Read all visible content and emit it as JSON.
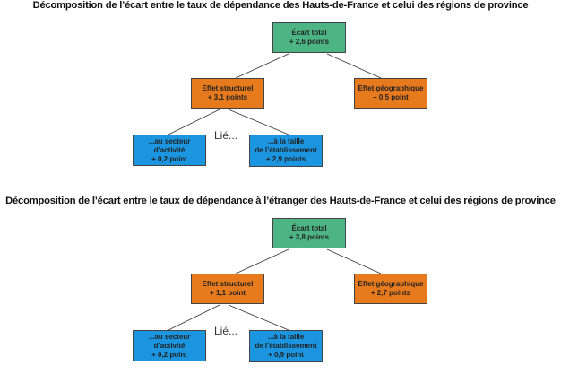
{
  "diagrams": [
    {
      "title": "Décomposition de l’écart entre le taux de dépendance des Hauts-de-France et celui des régions de province",
      "total": {
        "label": "Écart total",
        "value": "+ 2,6 points"
      },
      "structural": {
        "label": "Effet structurel",
        "value": "+ 3,1 points"
      },
      "geographic": {
        "label": "Effet géographique",
        "value": "– 0,5 point"
      },
      "linked": "Lié...",
      "sector": {
        "label": "...au secteur d’activité",
        "value": "+ 0,2 point"
      },
      "size": {
        "label1": "...à la taille",
        "label2": "de l’établissement",
        "value": "+ 2,9 points"
      }
    },
    {
      "title": "Décomposition de l’écart entre le taux de dépendance à l’étranger des Hauts-de-France et celui des régions de province",
      "total": {
        "label": "Écart total",
        "value": "+ 3,8 points"
      },
      "structural": {
        "label": "Effet structurel",
        "value": "+ 1,1 point"
      },
      "geographic": {
        "label": "Effet géographique",
        "value": "+ 2,7 points"
      },
      "linked": "Lié...",
      "sector": {
        "label": "...au secteur d’activité",
        "value": "+ 0,2 point"
      },
      "size": {
        "label1": "...à la taille",
        "label2": "de l’établissement",
        "value": "+ 0,9 point"
      }
    }
  ],
  "colors": {
    "total": "#4db584",
    "effect": "#e87a1e",
    "sub": "#1b95df"
  }
}
